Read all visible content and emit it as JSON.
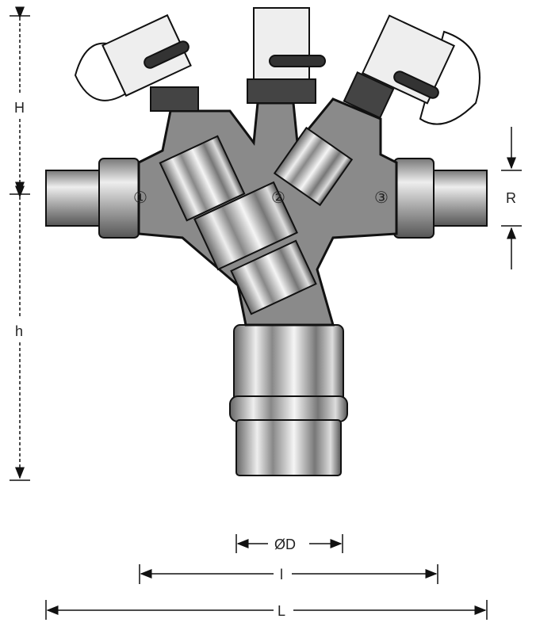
{
  "dimensions": {
    "H": "H",
    "h": "h",
    "R": "R",
    "D": "ØD",
    "l": "l",
    "L": "L"
  },
  "chambers": [
    "①",
    "②",
    "③"
  ],
  "colors": {
    "body": "#8a8a8a",
    "outline": "#111111",
    "metal_light": "#e6e6e6",
    "metal_dark": "#555555"
  }
}
